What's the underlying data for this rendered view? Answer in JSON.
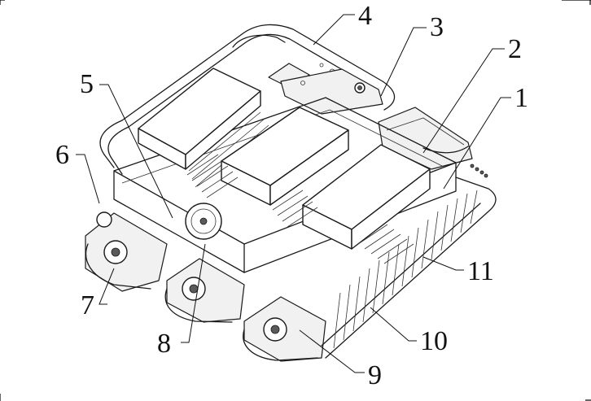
{
  "figure": {
    "callouts": [
      {
        "id": "c1",
        "text": "1"
      },
      {
        "id": "c2",
        "text": "2"
      },
      {
        "id": "c3",
        "text": "3"
      },
      {
        "id": "c4",
        "text": "4"
      },
      {
        "id": "c5",
        "text": "5"
      },
      {
        "id": "c6",
        "text": "6"
      },
      {
        "id": "c7",
        "text": "7"
      },
      {
        "id": "c8",
        "text": "8"
      },
      {
        "id": "c9",
        "text": "9"
      },
      {
        "id": "c10",
        "text": "10"
      },
      {
        "id": "c11",
        "text": "11"
      }
    ]
  }
}
